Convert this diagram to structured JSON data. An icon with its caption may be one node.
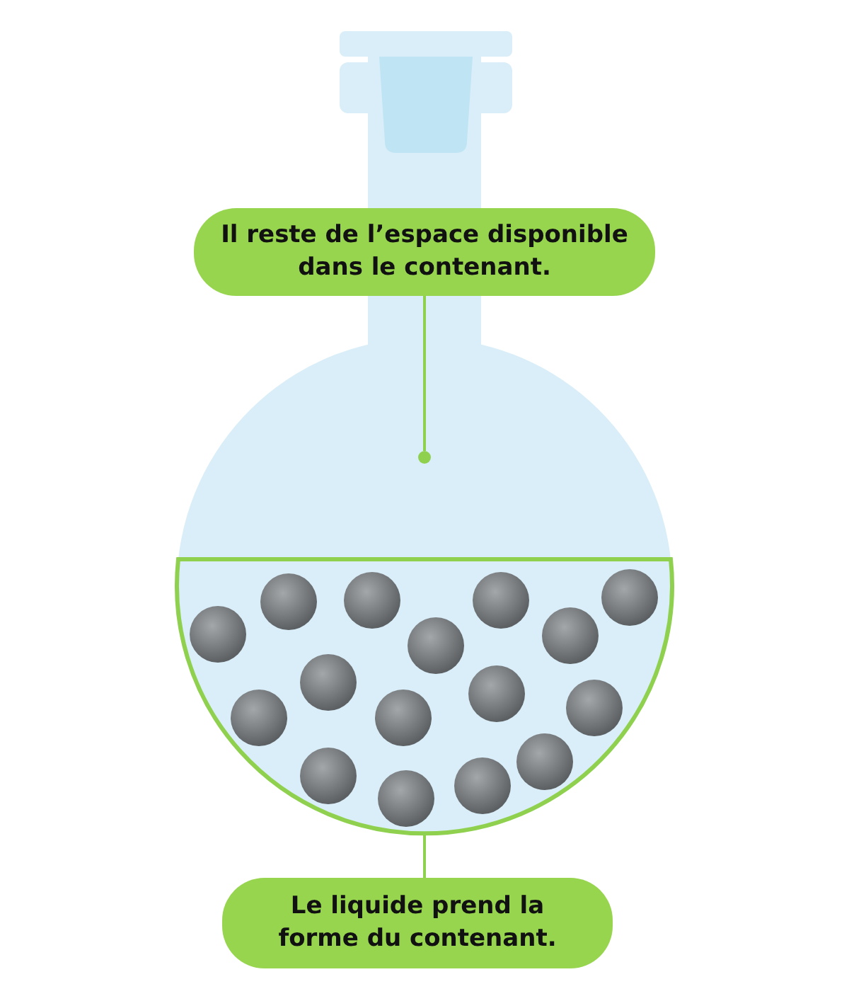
{
  "diagram": {
    "nodes": [
      {
        "text": [
          "Il reste de l’espace disponible dans le contenant."
        ]
      },
      {
        "text": [],
        "shape": "circle"
      },
      {
        "text": [],
        "shape": "picture"
      },
      {
        "text": [
          "Le liquide prend la forme du contenant."
        ]
      }
    ],
    "edges": [
      {
        "from": 0,
        "to": 1,
        "arrow": "none"
      },
      {
        "from": 3,
        "to": 2,
        "arrow": "none"
      }
    ]
  }
}
